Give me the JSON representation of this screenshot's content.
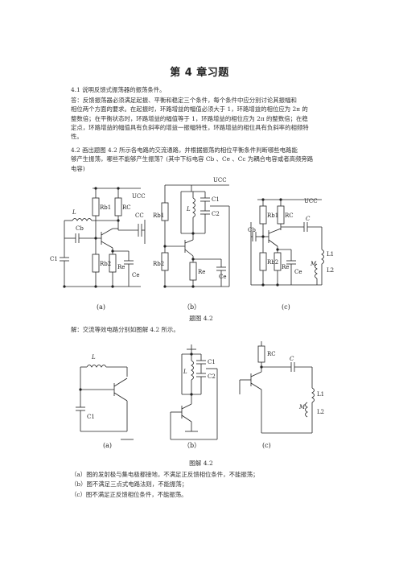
{
  "title": "第 4 章习题",
  "q41": {
    "question": "4.1  说明反馈式振荡器的振荡条件。",
    "answer_lines": [
      "答：反馈振荡器必须满足起振、平衡和稳定三个条件，每个条件中应分别讨论其振幅和",
      "相位两个方面的要求。在起振时，环路增益的幅值必须大于 1，环路增益的相位应为 2π 的",
      "整数倍；在平衡状态时，环路增益的幅值等于 1，环路增益的相位应为 2π 的整数倍；在稳",
      "定点，环路增益的幅值具有负斜率的增益一振幅特性，环路增益的相位具有负斜率的相频特",
      "性。"
    ]
  },
  "q42": {
    "lines": [
      "4.2  画出题图 4.2 所示各电路的交流通路，并根据振荡的相位平衡条件判断哪些电路能",
      "够产生振荡，哪些不能够产生振荡？(其中下标电容 Cb 、Ce 、Cc 为耦合电容或者高频旁路",
      "电容)"
    ]
  },
  "figure1": {
    "caption": "题图 4.2",
    "sub_a": "(a)",
    "sub_b": "（b）",
    "sub_c": "(c)",
    "labels_a": [
      "Rb1",
      "RC",
      "UCC",
      "L",
      "CC",
      "Cb",
      "C1",
      "Rb2",
      "Re",
      "Ce"
    ],
    "labels_b": [
      "UCC",
      "C1",
      "L",
      "C2",
      "Rb1",
      "Rb2",
      "Re",
      "Ce"
    ],
    "labels_c": [
      "UCC",
      "Rb1",
      "RC",
      "C",
      "Cb",
      "L1",
      "M",
      "Rb2",
      "Re",
      "Ce",
      "L2"
    ]
  },
  "solution_intro": "解：交流等效电路分别如图解 4.2 所示。",
  "figure2": {
    "caption": "图解 4.2",
    "sub_a": "(a)",
    "sub_b": "（b）",
    "sub_c": "(c)",
    "labels_a": [
      "L",
      "C1"
    ],
    "labels_b": [
      "C1",
      "L",
      "C2"
    ],
    "labels_c": [
      "RC",
      "C",
      "L1",
      "M",
      "L2"
    ]
  },
  "conclusions": [
    "（a）图的发射极与集电极都接地，不满足正反馈相位条件，不能振荡；",
    "（b）图不满足三点式电路法则，不能振荡；",
    "（c）图不满足正反馈相位条件，不能振荡。"
  ]
}
